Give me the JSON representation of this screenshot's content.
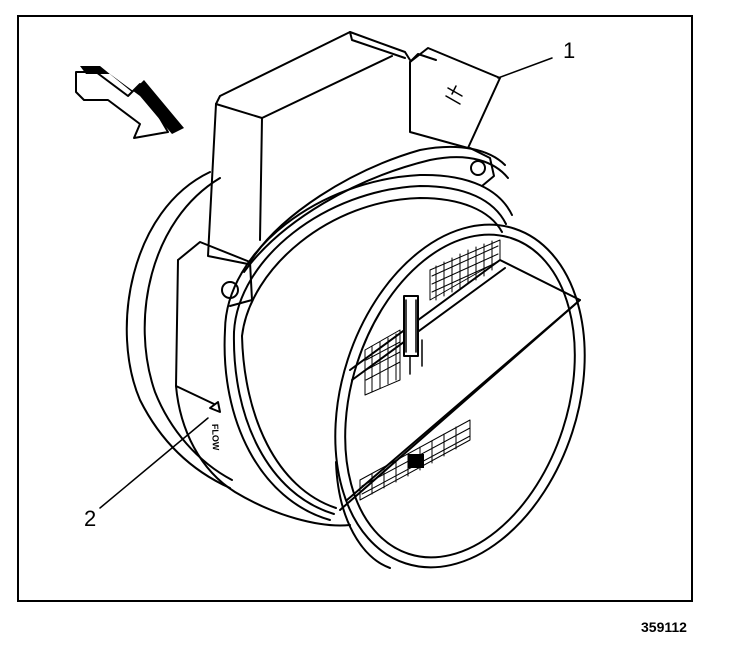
{
  "callouts": [
    {
      "number": "1"
    },
    {
      "number": "2"
    }
  ],
  "flow_marking": "FLOW",
  "figure_id": "359112",
  "colors": {
    "line": "#000000",
    "background": "#ffffff"
  }
}
